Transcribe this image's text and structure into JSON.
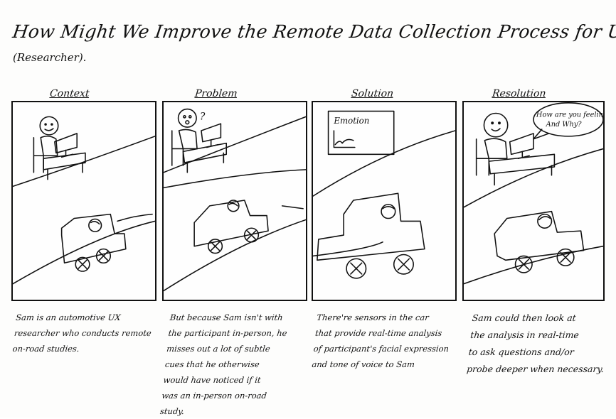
{
  "header": {
    "title": "How Might We Improve the Remote Data Collection Process for UX Researchers?",
    "subtitle": "(Researcher)."
  },
  "panels": [
    {
      "label": "Context",
      "caption": "Sam is an automotive UX\nresearcher who conducts remote\non-road studies."
    },
    {
      "label": "Problem",
      "caption": "But because Sam isn't with\nthe participant in-person, he\nmisses out a lot of subtle\ncues that he otherwise\nwould have noticed if it\nwas an in-person on-road\nstudy.",
      "thought_mark": "?"
    },
    {
      "label": "Solution",
      "caption": "There're sensors in the car\nthat provide real-time analysis\nof participant's facial expression\nand tone of voice to Sam",
      "screen_label": "Emotion"
    },
    {
      "label": "Resolution",
      "caption": "Sam could then look at\nthe analysis in real-time\nto ask questions and/or\nprobe deeper when necessary.",
      "speech_line1": "How are you feeling?",
      "speech_line2": "And Why?"
    }
  ]
}
